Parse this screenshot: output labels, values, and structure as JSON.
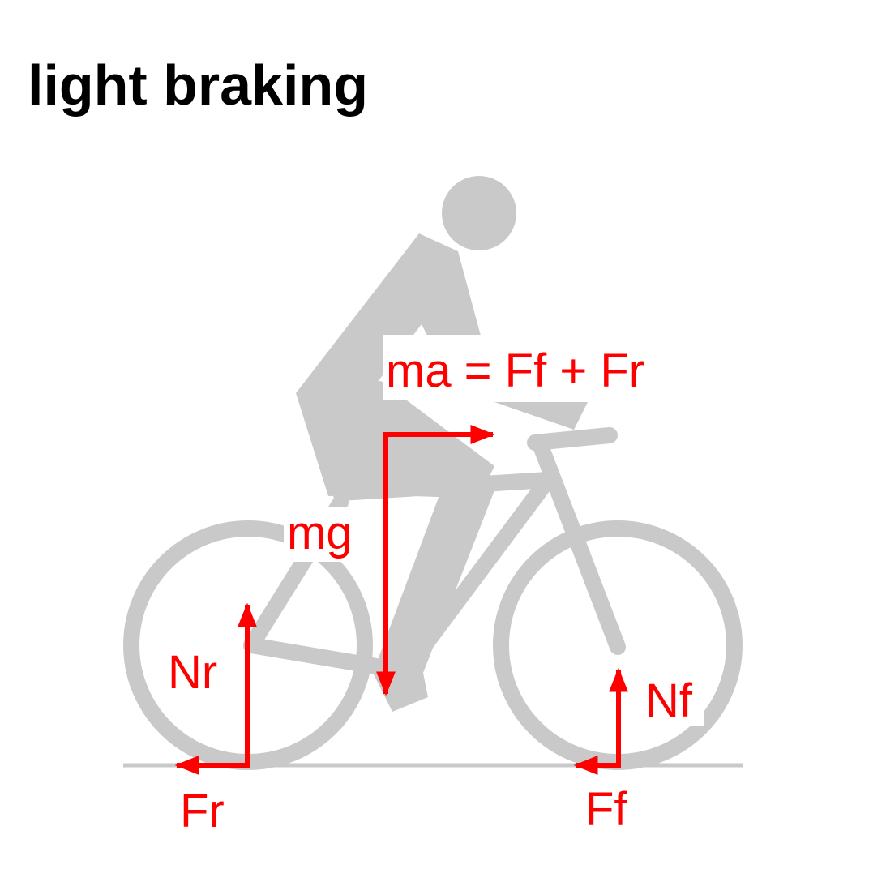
{
  "title": "light braking",
  "colors": {
    "silhouette": "#c9c9c9",
    "force": "#ff0000",
    "title": "#000000",
    "background": "#ffffff"
  },
  "labels": {
    "equation": "ma = Ff + Fr",
    "gravity": "mg",
    "rear_normal": "Nr",
    "front_normal": "Nf",
    "rear_friction": "Fr",
    "front_friction": "Ff"
  }
}
